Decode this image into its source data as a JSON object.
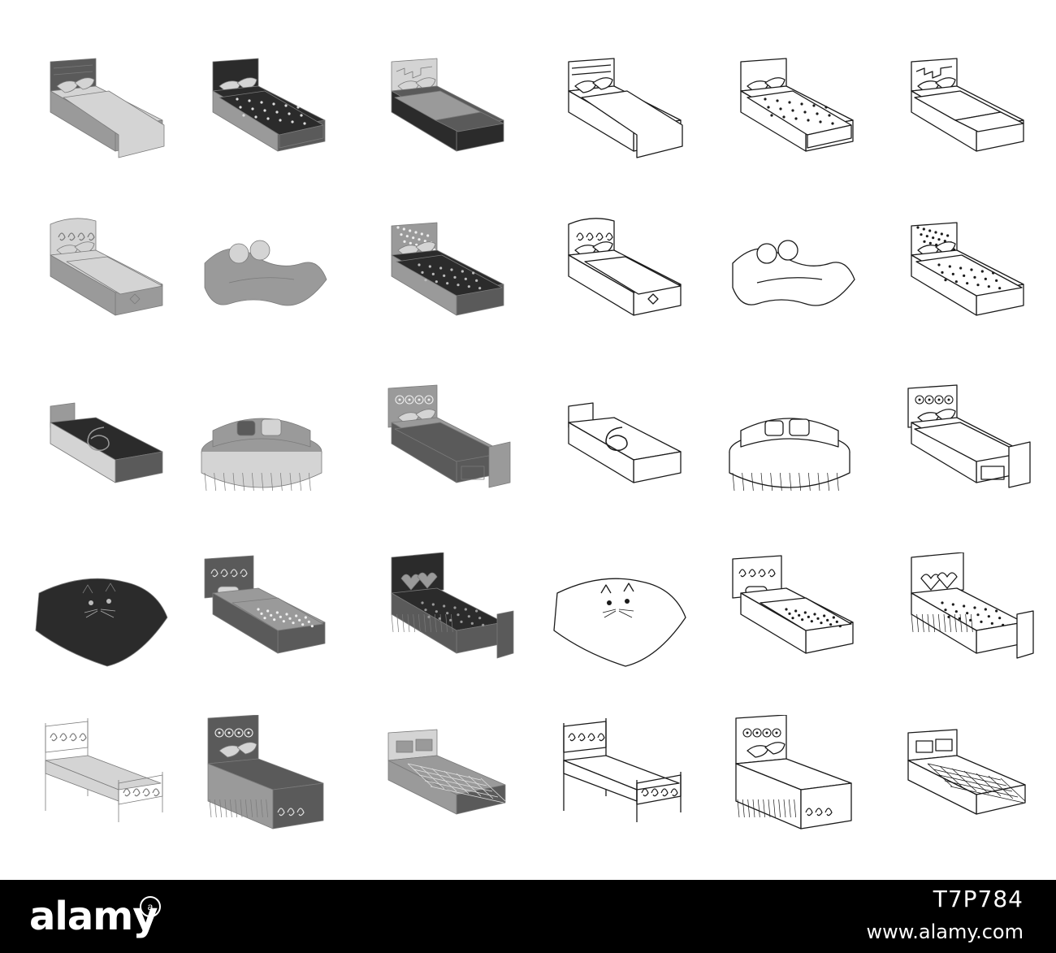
{
  "banner": {
    "brand": "alamy",
    "image_code": "T7P784",
    "site": "www.alamy.com"
  },
  "colors": {
    "background": "#ffffff",
    "banner": "#000000",
    "light_gray": "#d4d4d4",
    "mid_gray": "#9a9a9a",
    "dark_gray": "#5a5a5a",
    "near_black": "#2b2b2b",
    "outline": "#1a1a1a"
  },
  "icons": [
    {
      "name": "single-bed-mono-icon",
      "style": "mono",
      "kind": "plain"
    },
    {
      "name": "patterned-bed-mono-icon",
      "style": "mono",
      "kind": "quilt"
    },
    {
      "name": "modern-bed-mono-icon",
      "style": "mono",
      "kind": "modern"
    },
    {
      "name": "single-bed-outline-icon",
      "style": "outline",
      "kind": "plain"
    },
    {
      "name": "patterned-bed-outline-icon",
      "style": "outline",
      "kind": "quilt"
    },
    {
      "name": "modern-bed-outline-icon",
      "style": "outline",
      "kind": "modern"
    },
    {
      "name": "ornate-bed-mono-icon",
      "style": "mono",
      "kind": "ornate"
    },
    {
      "name": "wave-bed-mono-icon",
      "style": "mono",
      "kind": "wave"
    },
    {
      "name": "floral-bed-mono-icon",
      "style": "mono",
      "kind": "floral"
    },
    {
      "name": "ornate-bed-outline-icon",
      "style": "outline",
      "kind": "ornate"
    },
    {
      "name": "wave-bed-outline-icon",
      "style": "outline",
      "kind": "wave"
    },
    {
      "name": "floral-bed-outline-icon",
      "style": "outline",
      "kind": "floral"
    },
    {
      "name": "spiral-bed-mono-icon",
      "style": "mono",
      "kind": "spiral"
    },
    {
      "name": "round-bed-mono-icon",
      "style": "mono",
      "kind": "round"
    },
    {
      "name": "panel-bed-mono-icon",
      "style": "mono",
      "kind": "panel"
    },
    {
      "name": "spiral-bed-outline-icon",
      "style": "outline",
      "kind": "spiral"
    },
    {
      "name": "round-bed-outline-icon",
      "style": "outline",
      "kind": "round"
    },
    {
      "name": "panel-bed-outline-icon",
      "style": "outline",
      "kind": "panel"
    },
    {
      "name": "cat-bed-mono-icon",
      "style": "mono",
      "kind": "cat"
    },
    {
      "name": "scroll-bed-mono-icon",
      "style": "mono",
      "kind": "scroll"
    },
    {
      "name": "heart-bed-mono-icon",
      "style": "mono",
      "kind": "heart"
    },
    {
      "name": "cat-bed-outline-icon",
      "style": "outline",
      "kind": "cat"
    },
    {
      "name": "scroll-bed-outline-icon",
      "style": "outline",
      "kind": "scroll"
    },
    {
      "name": "heart-bed-outline-icon",
      "style": "outline",
      "kind": "heart"
    },
    {
      "name": "iron-bed-mono-icon",
      "style": "mono",
      "kind": "iron"
    },
    {
      "name": "canopy-bed-mono-icon",
      "style": "mono",
      "kind": "skirt"
    },
    {
      "name": "quilted-bed-mono-icon",
      "style": "mono",
      "kind": "quilted"
    },
    {
      "name": "iron-bed-outline-icon",
      "style": "outline",
      "kind": "iron"
    },
    {
      "name": "canopy-bed-outline-icon",
      "style": "outline",
      "kind": "skirt"
    },
    {
      "name": "quilted-bed-outline-icon",
      "style": "outline",
      "kind": "quilted"
    }
  ]
}
